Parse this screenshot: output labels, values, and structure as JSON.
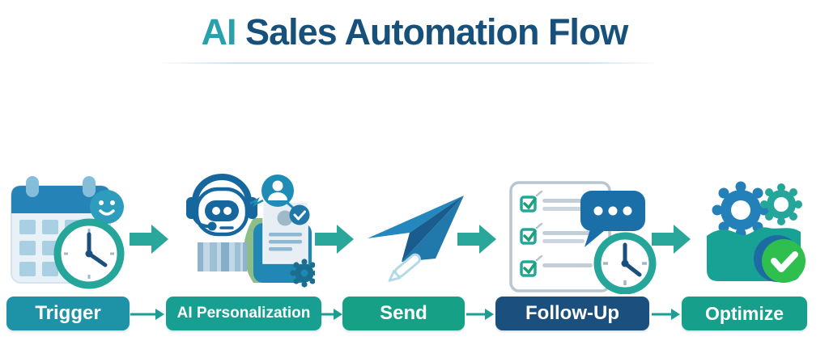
{
  "title": {
    "highlight": "AI",
    "rest": " Sales Automation Flow"
  },
  "steps": [
    {
      "label": "Trigger",
      "icon": "calendar-clock-icon",
      "button_color": "#1e93a8"
    },
    {
      "label": "AI Personalization",
      "icon": "robot-personalization-icon",
      "button_color": "#17a091"
    },
    {
      "label": "Send",
      "icon": "paper-plane-icon",
      "button_color": "#16a085"
    },
    {
      "label": "Follow-Up",
      "icon": "checklist-chat-clock-icon",
      "button_color": "#1b4f7e"
    },
    {
      "label": "Optimize",
      "icon": "gears-checkmark-icon",
      "button_color": "#16a08c"
    }
  ],
  "colors": {
    "title_highlight": "#2ba0ad",
    "title_main": "#17507a",
    "flow_arrow": "#2aa79b",
    "connector_arrow": "#1b9e94",
    "calendar_header": "#2583b8",
    "clock_ring": "#26a69a",
    "robot_outline": "#15679e",
    "plane_blue": "#2487bd",
    "bubble_blue": "#1a6fa8",
    "gear_blue": "#2380b8",
    "folder_teal": "#17a295",
    "check_green": "#2ebf4e"
  }
}
